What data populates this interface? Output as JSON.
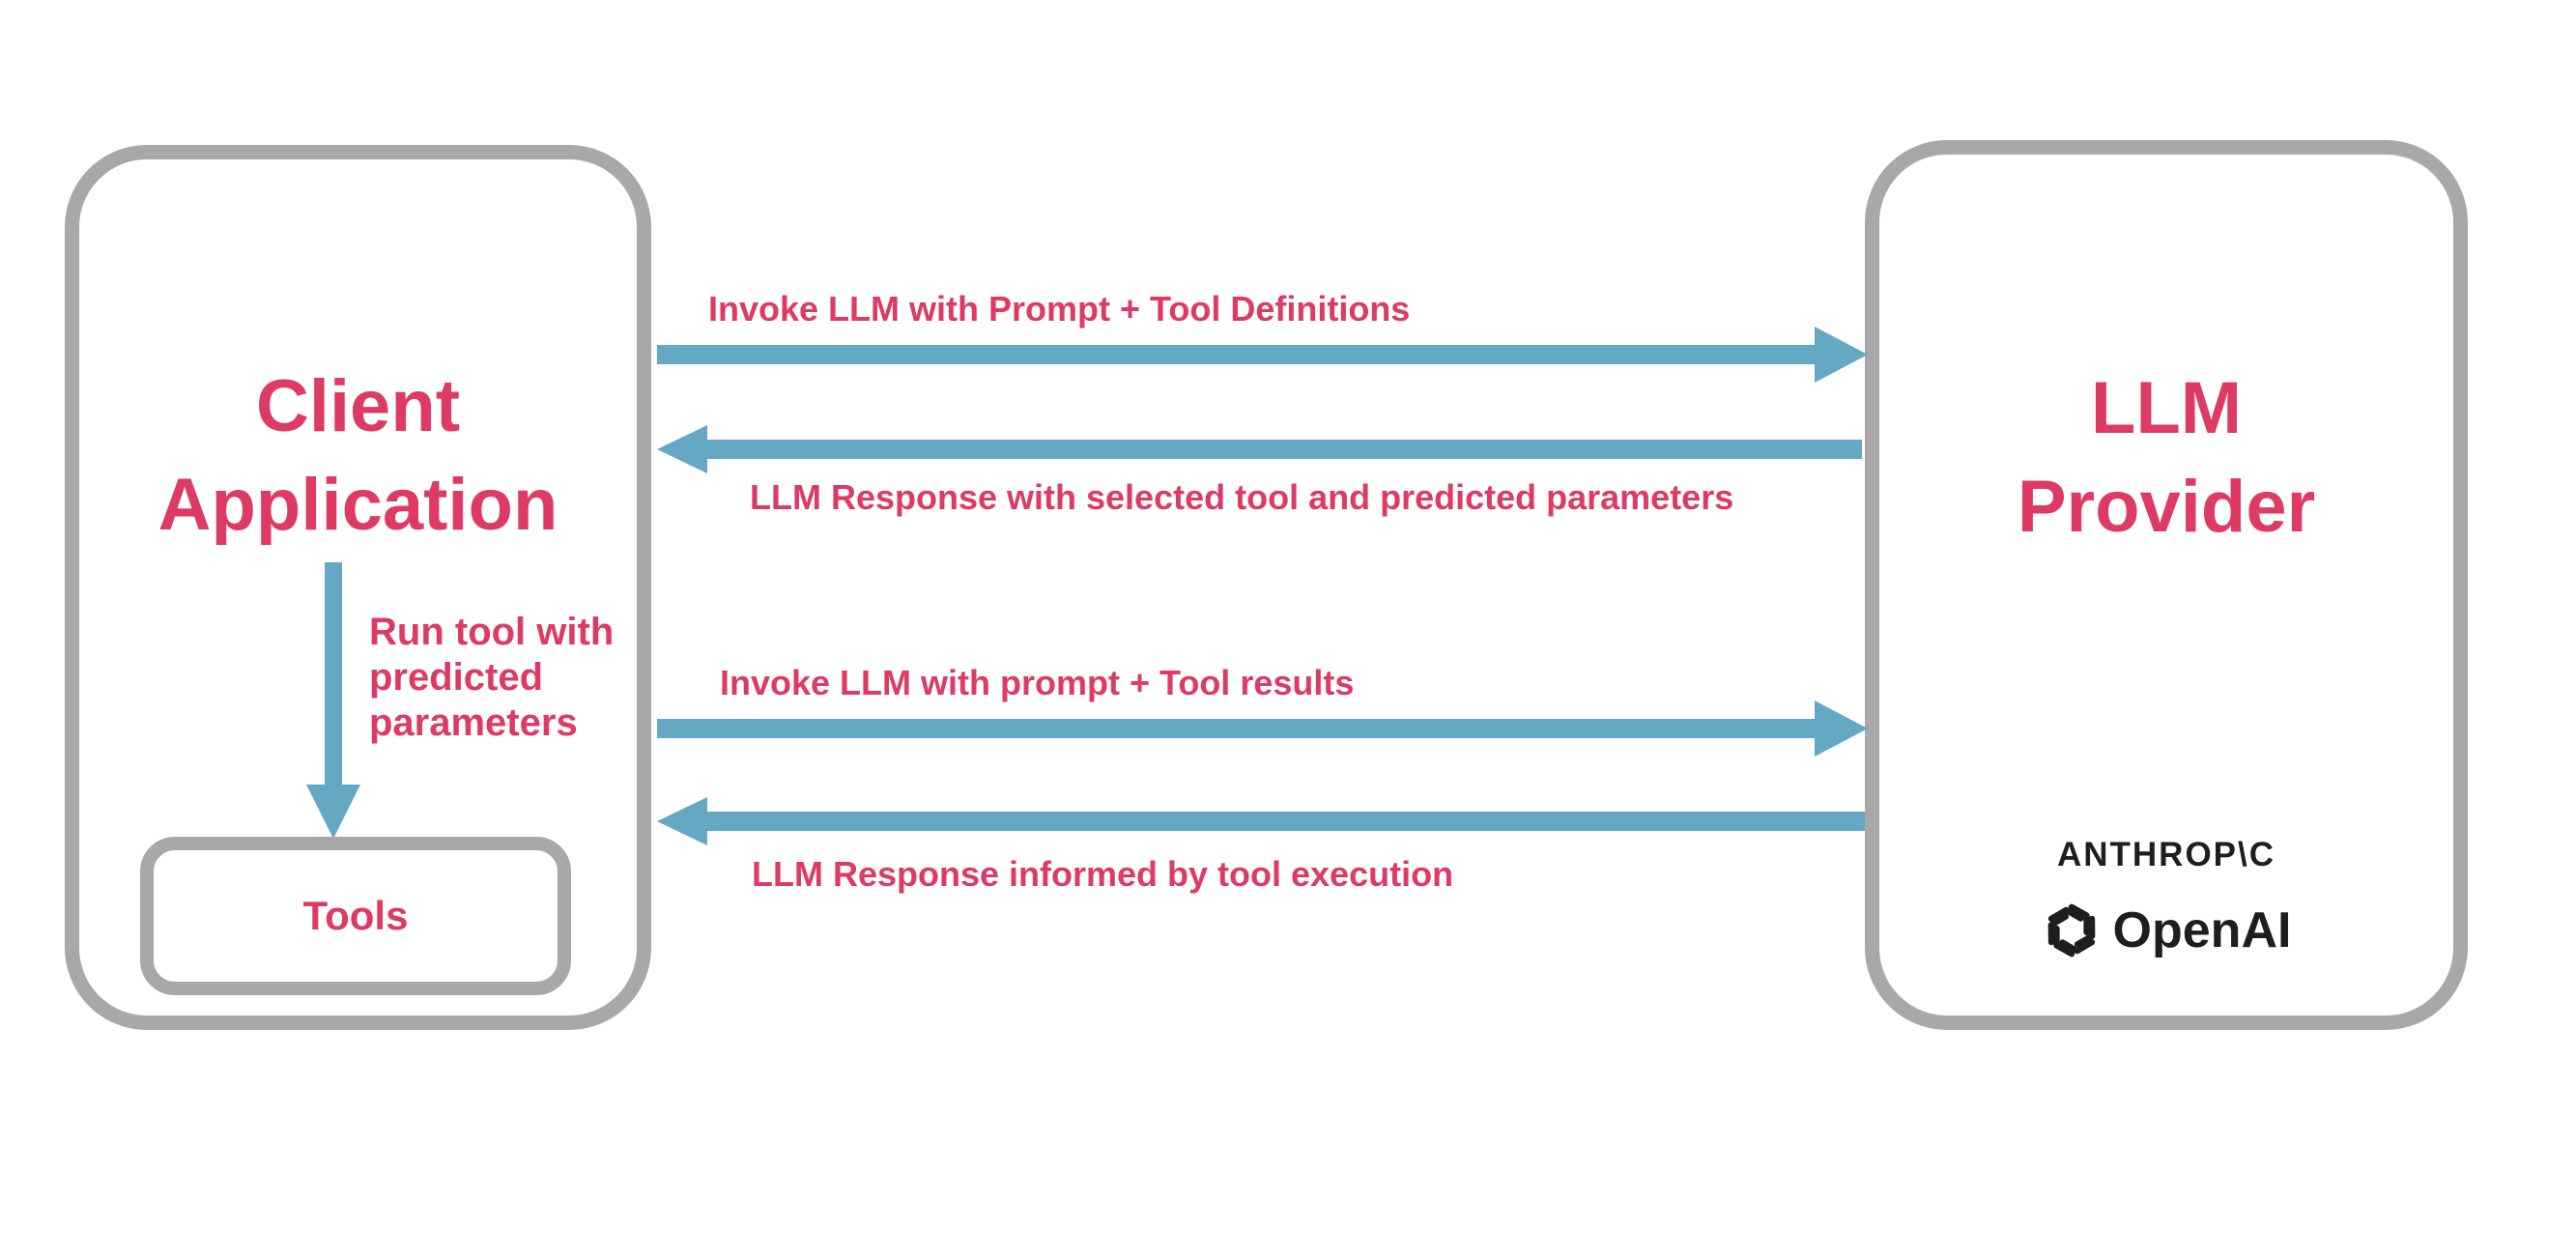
{
  "colors": {
    "accent_pink": "#DD3A64",
    "arrow_blue": "#64A8C4",
    "border_gray": "#A8A8A8",
    "logo_dark": "#1E1E20"
  },
  "client_box": {
    "title_line1": "Client",
    "title_line2": "Application",
    "run_tool": {
      "lines": [
        "Run tool with",
        "predicted",
        "parameters"
      ]
    },
    "tools_label": "Tools"
  },
  "llm_box": {
    "title_line1": "LLM",
    "title_line2": "Provider",
    "anthropic_wordmark": "ANTHROP\\C",
    "openai_wordmark": "OpenAI"
  },
  "arrows": [
    {
      "direction": "right",
      "label": "Invoke LLM with Prompt + Tool Definitions"
    },
    {
      "direction": "left",
      "label": "LLM Response with selected tool and predicted parameters"
    },
    {
      "direction": "right",
      "label": "Invoke LLM with prompt + Tool results"
    },
    {
      "direction": "left",
      "label": "LLM Response informed by tool execution"
    }
  ]
}
